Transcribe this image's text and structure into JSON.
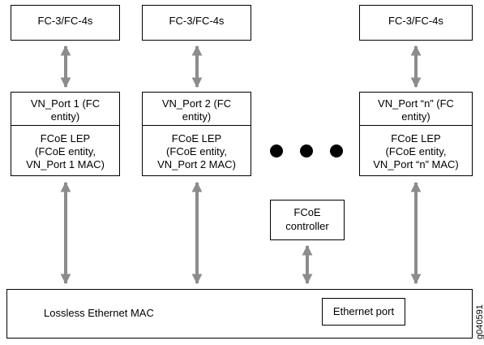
{
  "ports": [
    {
      "top_label": "FC-3/FC-4s",
      "vn_label_line1": "VN_Port 1 (FC",
      "vn_label_line2": "entity)",
      "lep_line1": "FCoE LEP",
      "lep_line2": "(FCoE entity,",
      "lep_line3": "VN_Port 1 MAC)"
    },
    {
      "top_label": "FC-3/FC-4s",
      "vn_label_line1": "VN_Port 2 (FC",
      "vn_label_line2": "entity)",
      "lep_line1": "FCoE LEP",
      "lep_line2": "(FCoE entity,",
      "lep_line3": "VN_Port 2 MAC)"
    },
    {
      "top_label": "FC-3/FC-4s",
      "vn_label_line1": "VN_Port “n” (FC",
      "vn_label_line2": "entity)",
      "lep_line1": "FCoE LEP",
      "lep_line2": "(FCoE entity,",
      "lep_line3": "VN_Port “n” MAC)"
    }
  ],
  "controller": {
    "line1": "FCoE",
    "line2": "controller"
  },
  "ethernet": {
    "label": "Lossless Ethernet MAC",
    "port_label": "Ethernet port"
  },
  "figure_id": "g040591",
  "colors": {
    "arrow": "#8c8c8c",
    "stroke": "#000000"
  }
}
